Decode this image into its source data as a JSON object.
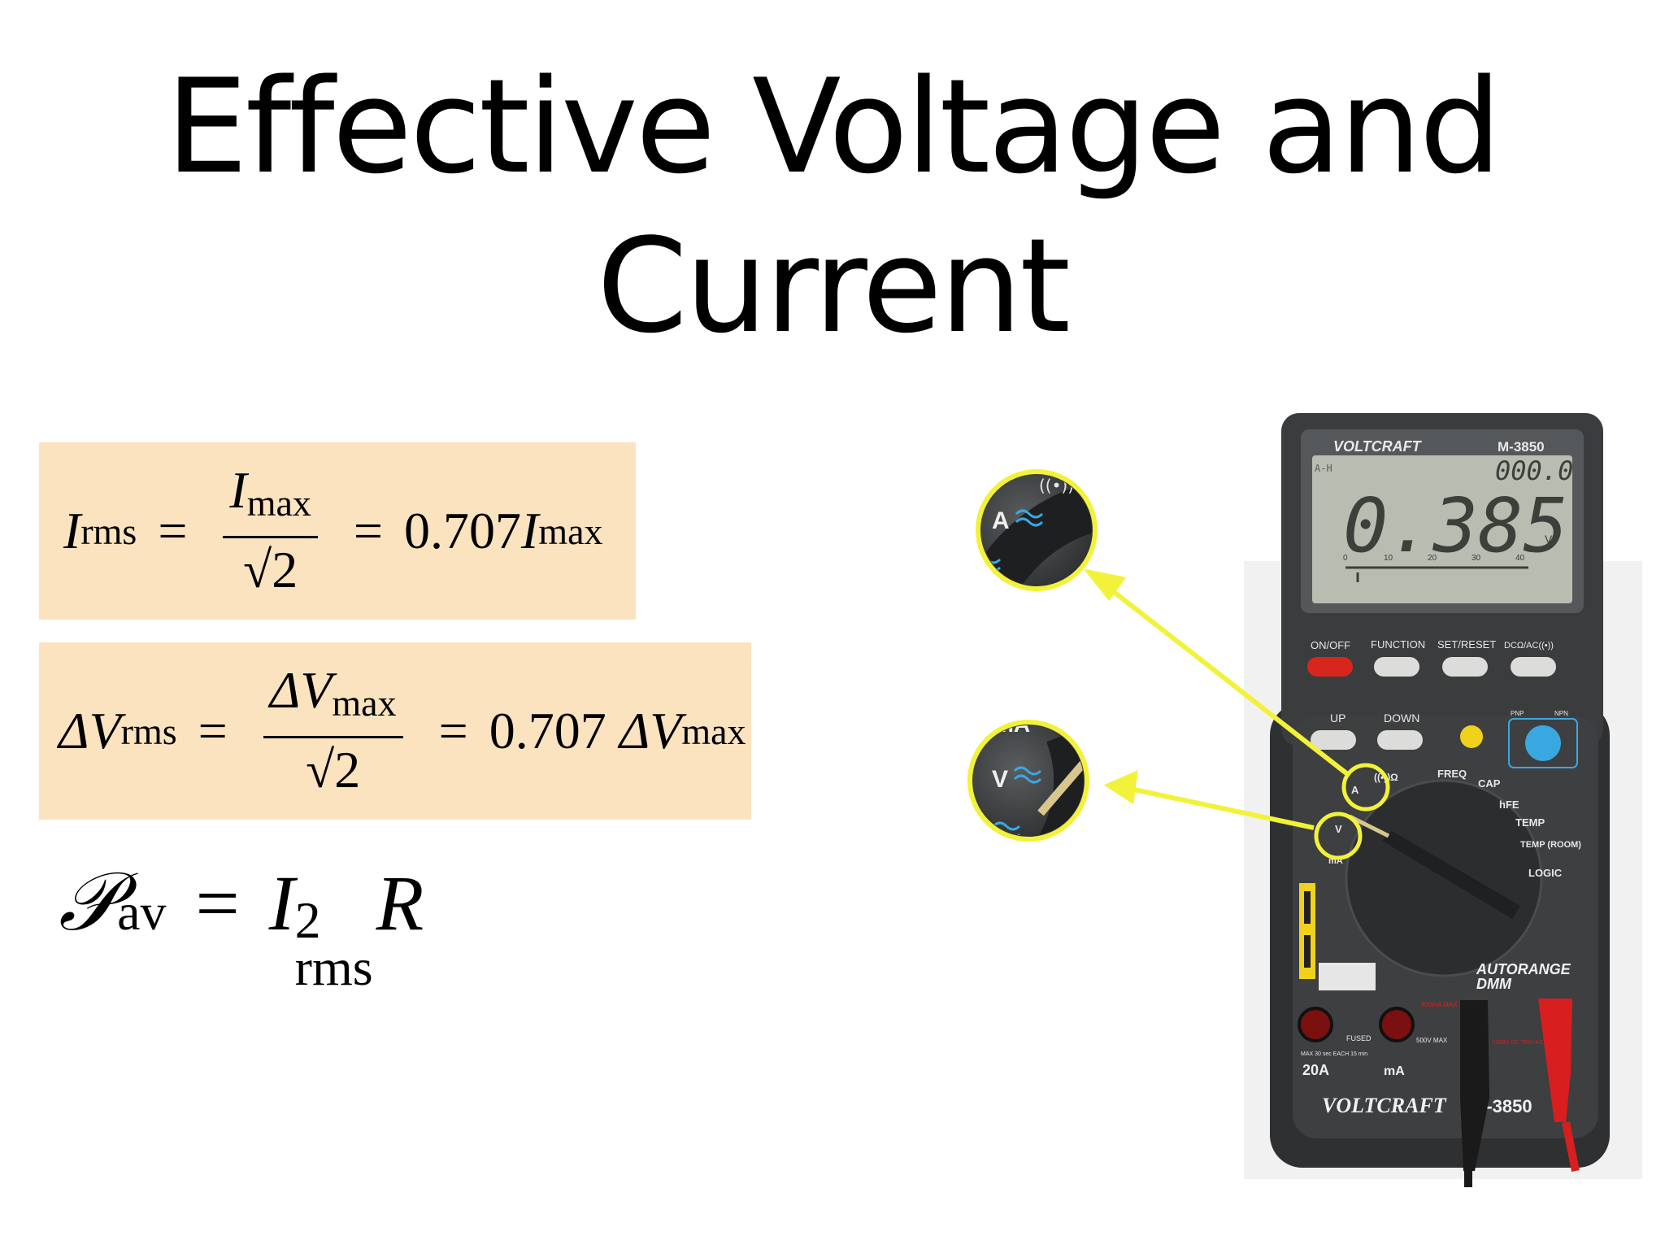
{
  "slide": {
    "title_line1": "Effective Voltage and",
    "title_line2": "Current"
  },
  "equations": {
    "irms": {
      "lhs": "I",
      "lhs_sub": "rms",
      "num": "I",
      "num_sub": "max",
      "den": "√2",
      "eq": "=",
      "rhs_coef": "0.707",
      "rhs": "I",
      "rhs_sub": "max"
    },
    "vrms": {
      "lhs": "ΔV",
      "lhs_sub": "rms",
      "num": "ΔV",
      "num_sub": "max",
      "den": "√2",
      "eq": "=",
      "rhs_coef": "0.707",
      "rhs": "ΔV",
      "rhs_sub": "max"
    },
    "power": {
      "lhs": "𝒫",
      "lhs_sub": "av",
      "eq": "=",
      "rhs_i": "I",
      "rhs_sup": "2",
      "rhs_sub": "rms",
      "rhs_r": "R"
    }
  },
  "multimeter": {
    "brand": "VOLTCRAFT",
    "model_top": "M-3850",
    "model_bottom": "M-3850",
    "display_main": "0.385",
    "display_small": "000.0",
    "display_unit": "V",
    "display_tag": "A-H",
    "bargraph_labels": [
      "0",
      "10",
      "20",
      "30",
      "40"
    ],
    "buttons_row1": [
      "ON/OFF",
      "FUNCTION",
      "SET/RESET",
      "DCΩ/AC((•))"
    ],
    "buttons_row2": [
      "UP",
      "DOWN"
    ],
    "transistor_labels": [
      "PNP",
      "NPN"
    ],
    "dial_labels": [
      "A",
      "V",
      "mA",
      "((•))Ω",
      "FREQ",
      "CAP",
      "hFE",
      "TEMP",
      "TEMP (ROOM)",
      "LOGIC"
    ],
    "badge_line1": "AUTORANGE",
    "badge_line2": "DMM",
    "jack_labels": [
      "20A",
      "mA"
    ],
    "jack_notes": [
      "FUSED",
      "MAX 30 sec EACH 15 min",
      "500V MAX",
      "800mA MAX",
      "1000V DC 750V AC MAX"
    ],
    "zoom_top_labels": [
      "A",
      "A"
    ],
    "zoom_bottom_labels": [
      "mA",
      "V",
      "V"
    ],
    "colors": {
      "body": "#3a3c3e",
      "callout": "#f2f23a",
      "lcd": "#b9bcb1",
      "blue_symbol": "#3aa8e0",
      "on_button": "#d8261c",
      "probe_red": "#d81e1e"
    }
  }
}
